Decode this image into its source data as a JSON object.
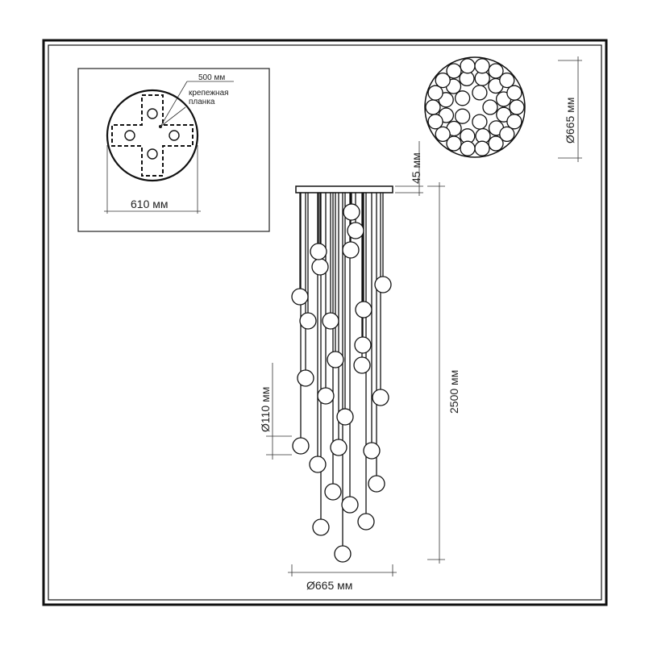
{
  "labels": {
    "mount_plate_size": "500 мм",
    "mount_plate_name_line1": "крепежная",
    "mount_plate_name_line2": "планка",
    "canopy_diameter": "610 мм",
    "top_view_diameter": "Ø665 мм",
    "canopy_height": "45 мм",
    "total_height": "2500 мм",
    "shade_diameter": "Ø110 мм",
    "bottom_width": "Ø665 мм"
  }
}
